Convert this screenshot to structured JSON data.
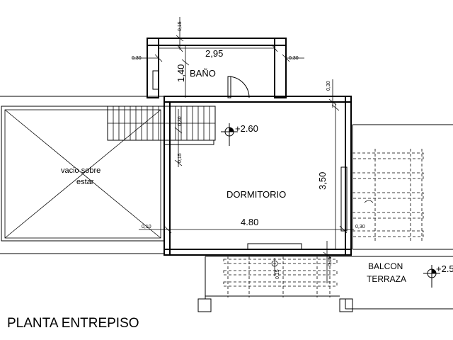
{
  "title": "PLANTA ENTREPISO",
  "rooms": {
    "bano": "BAÑO",
    "dormitorio": "DORMITORIO",
    "vacio_line1": "vacio sobre",
    "vacio_line2": "estar",
    "balcon_line1": "BALCON",
    "balcon_line2": "TERRAZA"
  },
  "levels": {
    "dormitorio": "+2.60",
    "terraza": "+2.5"
  },
  "dimensions": {
    "bano_width": "2,95",
    "bano_depth": "1,40",
    "dorm_width": "4.80",
    "dorm_depth": "3,50",
    "wall_left_bano": "0,30",
    "wall_right_bano": "0,30",
    "wall_top_bano": "0,15",
    "wall_right_top": "0,30",
    "wall_mid_a": "0,30",
    "wall_mid_b": "0,15",
    "wall_bottom_left": "0,10",
    "wall_bottom_right": "0,30",
    "wall_bottom_mid": "0,15",
    "wall_lower": "0,15"
  }
}
